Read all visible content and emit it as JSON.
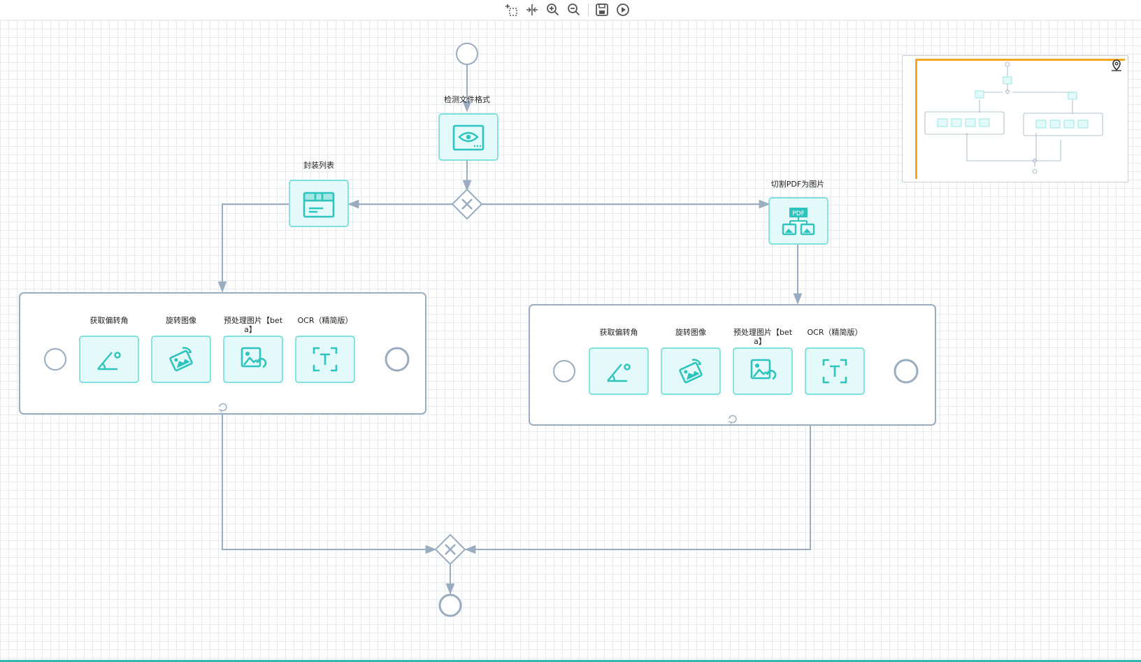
{
  "toolbar": {
    "icons": [
      "select-icon",
      "distribute-icon",
      "zoom-in-icon",
      "zoom-out-icon",
      "save-icon",
      "run-icon"
    ]
  },
  "colors": {
    "task_fill": "#e4fafa",
    "task_stroke": "#5dd8d2",
    "icon_teal": "#2ec4bd",
    "flow_stroke": "#9aacbf",
    "minimap_viewport": "#f5a623"
  },
  "diagram": {
    "tasks": {
      "detect_format": "检测文件格式",
      "wrap_list": "封装列表",
      "split_pdf": "切割PDF为图片"
    },
    "subprocess_left": {
      "tasks": [
        "获取偏转角",
        "旋转图像",
        "预处理图片【bet",
        "OCR（精简版）"
      ],
      "preprocess_label_line2": "a】"
    },
    "subprocess_right": {
      "tasks": [
        "获取偏转角",
        "旋转图像",
        "预处理图片【bet",
        "OCR（精简版）"
      ],
      "preprocess_label_line2": "a】"
    },
    "pdf_badge": "PDF",
    "ocr_glyph": "T"
  }
}
